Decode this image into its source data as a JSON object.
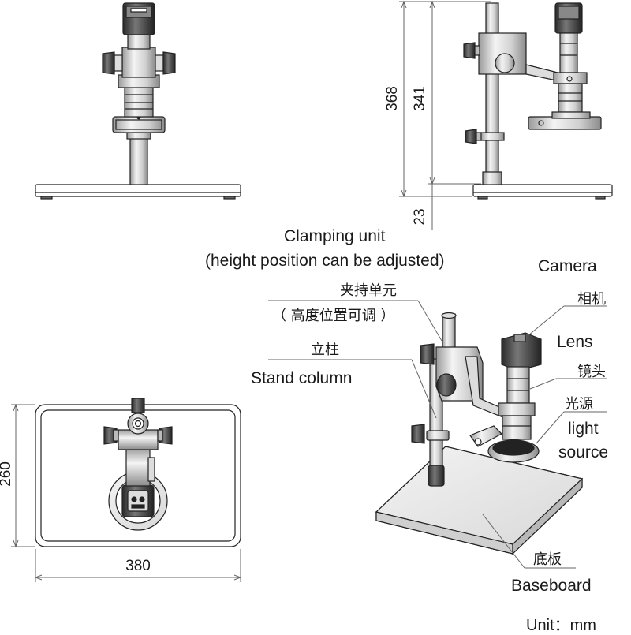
{
  "dimensions": {
    "overall_height": "368",
    "column_height": "341",
    "base_thickness": "23",
    "base_depth": "260",
    "base_width": "380",
    "unit": "Unit：mm"
  },
  "labels": {
    "clamping_unit_en_line1": "Clamping unit",
    "clamping_unit_en_line2": "(height position can be adjusted)",
    "clamping_unit_cn_line1": "夹持单元",
    "clamping_unit_cn_line2": "（ 高度位置可调 ）",
    "stand_column_cn": "立柱",
    "stand_column_en": "Stand column",
    "camera_en": "Camera",
    "camera_cn": "相机",
    "lens_en": "Lens",
    "lens_cn": "镜头",
    "light_cn": "光源",
    "light_en_line1": "light",
    "light_en_line2": "source",
    "baseboard_cn": "底板",
    "baseboard_en": "Baseboard"
  },
  "colors": {
    "line": "#222222",
    "metal_light": "#e6e6e6",
    "metal_mid": "#bdbdbd",
    "metal_dark": "#555555",
    "knob": "#222222",
    "dim_line": "#666666"
  }
}
